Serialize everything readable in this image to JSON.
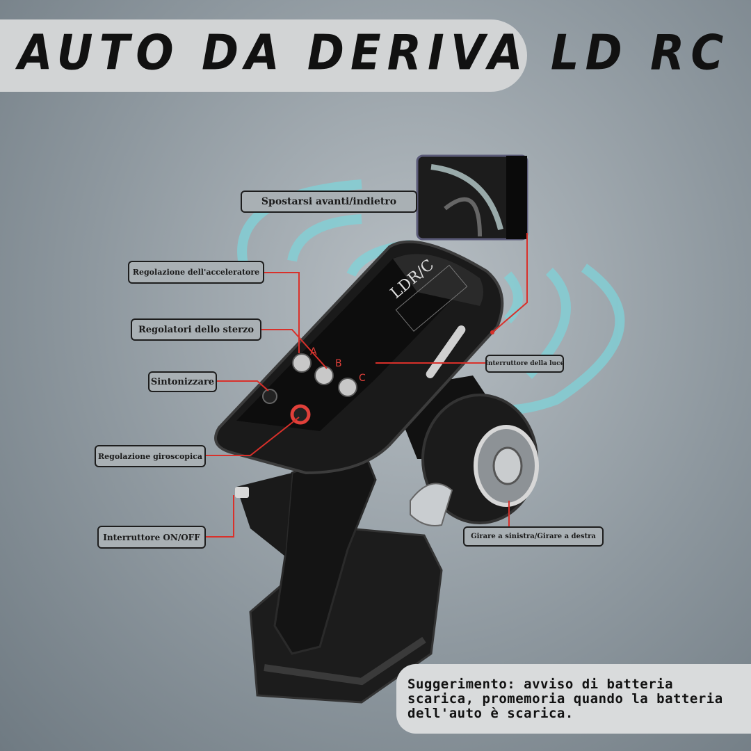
{
  "title": "AUTO DA DERIVA LD  RC",
  "labels": {
    "forward_back": "Spostarsi avanti/indietro",
    "throttle": "Regolazione dell'acceleratore",
    "steering": "Regolatori dello sterzo",
    "tune": "Sintonizzare",
    "light_switch": "Interruttore della luce",
    "gyro": "Regolazione giroscopica",
    "power": "Interruttore ON/OFF",
    "turn": "Girare a sinistra/Girare a destra"
  },
  "device": {
    "brand": "LDR/C",
    "button_a": "A",
    "button_b": "B",
    "button_c": "C"
  },
  "tip": "Suggerimento: avviso di batteria scarica, promemoria quando la batteria dell'auto è scarica.",
  "colors": {
    "leader_line": "#d9302a",
    "signal_waves": "#7fd3d9",
    "label_bg": "#a9b0b4"
  }
}
